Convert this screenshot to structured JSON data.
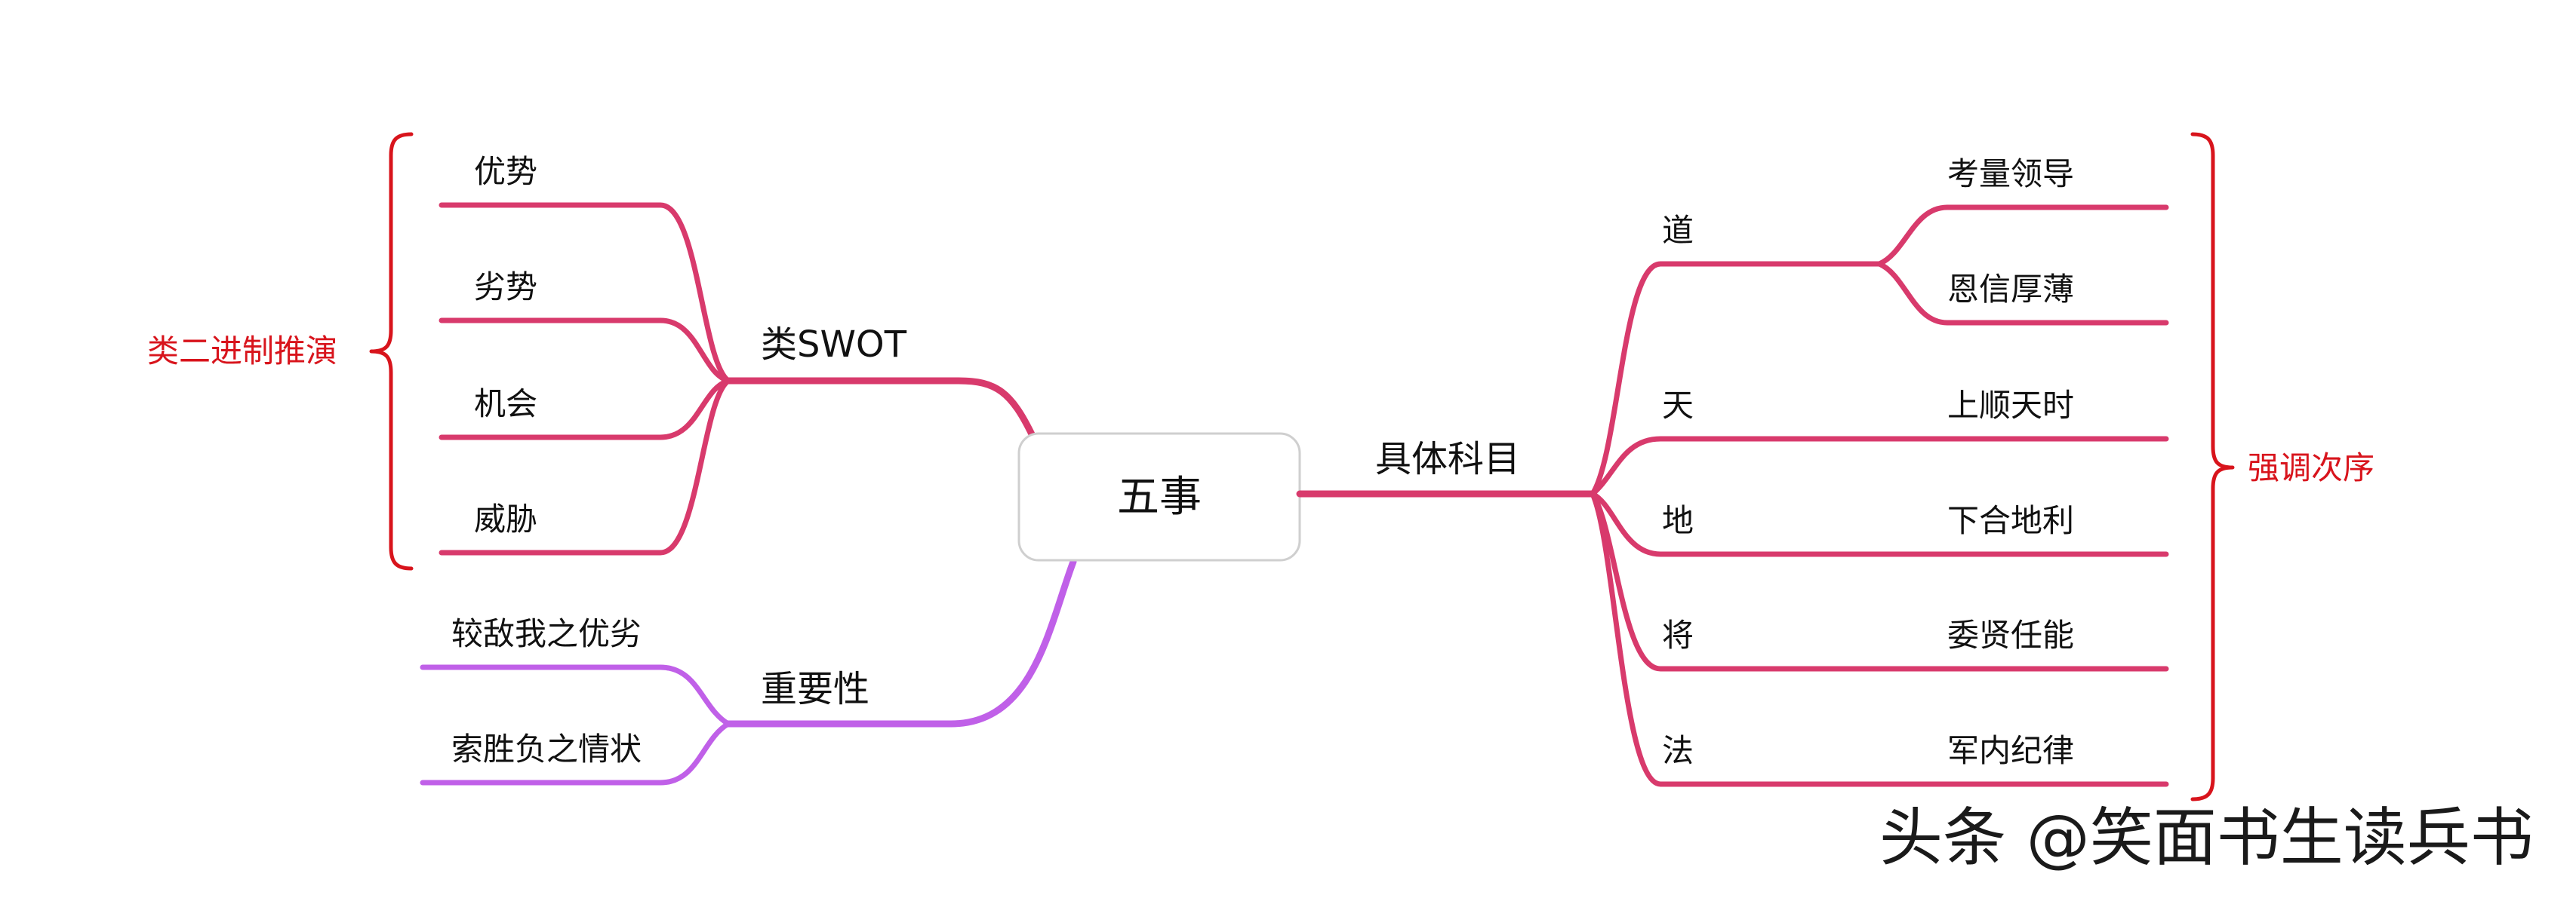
{
  "center": {
    "label": "五事"
  },
  "branches": {
    "swot": {
      "label": "类SWOT",
      "children": [
        "优势",
        "劣势",
        "机会",
        "威胁"
      ],
      "note": "类二进制推演"
    },
    "importance": {
      "label": "重要性",
      "children": [
        "较敌我之优劣",
        "索胜负之情状"
      ]
    },
    "subjects": {
      "label": "具体科目",
      "children": [
        {
          "label": "道",
          "children": [
            "考量领导",
            "恩信厚薄"
          ]
        },
        {
          "label": "天",
          "children": [
            "上顺天时"
          ]
        },
        {
          "label": "地",
          "children": [
            "下合地利"
          ]
        },
        {
          "label": "将",
          "children": [
            "委贤任能"
          ]
        },
        {
          "label": "法",
          "children": [
            "军内纪律"
          ]
        }
      ],
      "note": "强调次序"
    }
  },
  "watermark": "头条 @笑面书生读兵书",
  "colors": {
    "pink": "#d83a6c",
    "purple": "#c060e8",
    "note": "#d8141c"
  }
}
